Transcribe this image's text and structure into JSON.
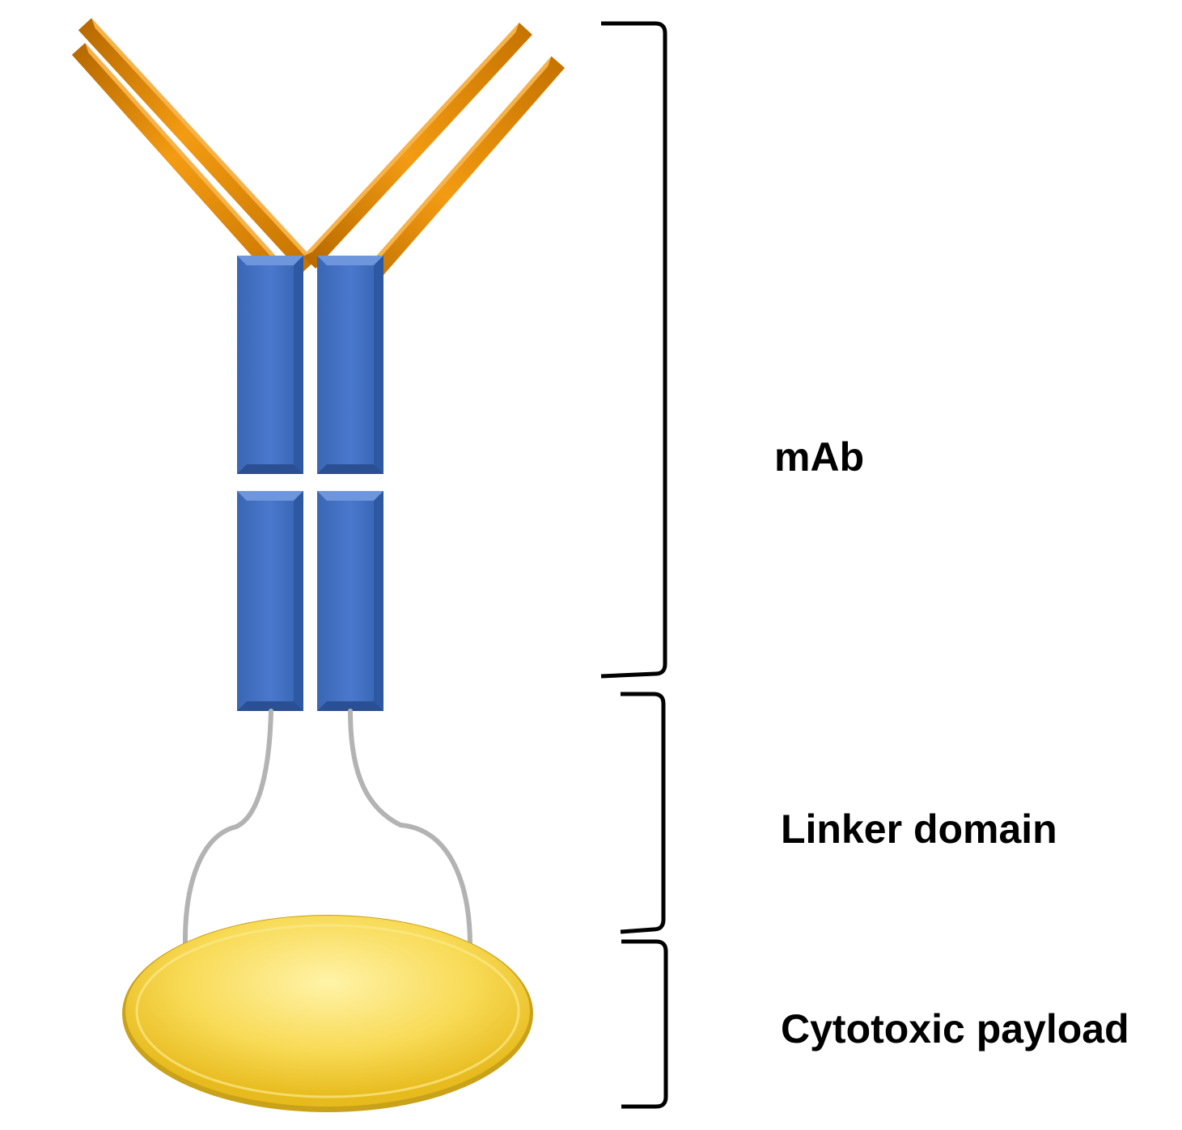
{
  "labels": {
    "mab": "mAb",
    "linker": "Linker domain",
    "payload": "Cytotoxic payload"
  },
  "colors": {
    "light_chain": "#e8900a",
    "heavy_chain": "#4472c4",
    "linker": "#b3b3b3",
    "payload": "#f4d03f",
    "bracket": "#000000"
  }
}
